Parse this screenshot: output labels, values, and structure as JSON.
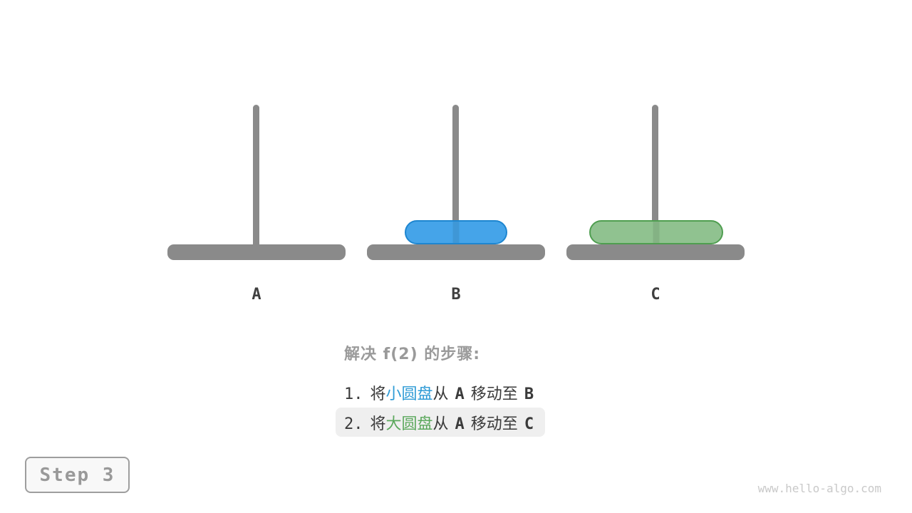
{
  "figure": {
    "title_semantic": "tower-of-hanoi-diagram",
    "pegs": [
      {
        "label": "A"
      },
      {
        "label": "B"
      },
      {
        "label": "C"
      }
    ],
    "disks": [
      {
        "name": "small-disk",
        "fill": "#45a4e9",
        "border": "#1e86d0",
        "on_peg": "B"
      },
      {
        "name": "large-disk",
        "fill": "#90c290",
        "border": "#4f9e50",
        "on_peg": "C"
      }
    ]
  },
  "caption": {
    "heading": "解决 f(2) 的步骤:",
    "steps": [
      {
        "num": "1.",
        "pre": "将",
        "disk_word": "小圆盘",
        "mid": "从",
        "from": "A",
        "move": "移动至",
        "to": "B",
        "highlighted": false
      },
      {
        "num": "2.",
        "pre": "将",
        "disk_word": "大圆盘",
        "mid": "从",
        "from": "A",
        "move": "移动至",
        "to": "C",
        "highlighted": true
      }
    ]
  },
  "step_badge": {
    "label": "Step 3"
  },
  "watermark": "www.hello-algo.com",
  "colors": {
    "peg_gray": "#8a8a8a",
    "label_dark": "#3f3f3f",
    "heading_gray": "#9a9a9a",
    "text_dark": "#3a3a3a",
    "blue_text": "#2e9bd6",
    "green_text": "#5ba85c",
    "highlight_bg": "#efefef",
    "badge_text": "#999999",
    "watermark_gray": "#c9c9c9"
  }
}
